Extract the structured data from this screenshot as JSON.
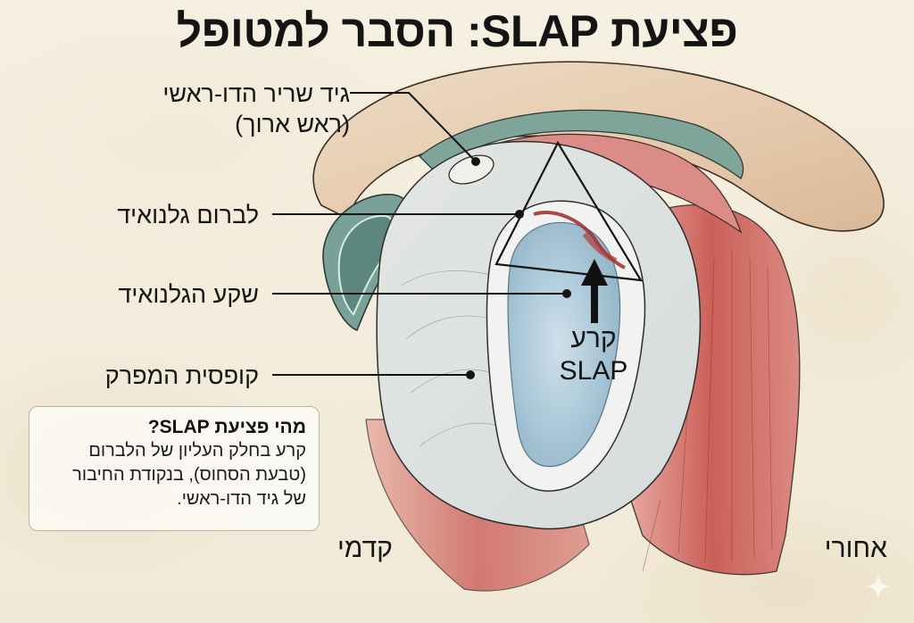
{
  "title": "פציעת SLAP: הסבר למטופל",
  "labels": {
    "biceps_tendon_line1": "גיד שריר הדו-ראשי",
    "biceps_tendon_line2": "(ראש ארוך)",
    "glenoid_labrum": "לברום גלנואיד",
    "glenoid_fossa": "שקע הגלנואיד",
    "joint_capsule": "קופסית המפרק",
    "slap_tear_he": "קרע",
    "slap_tear_en": "SLAP"
  },
  "orientation": {
    "anterior": "קדמי",
    "posterior": "אחורי"
  },
  "info_box": {
    "heading": "מהי פציעת SLAP?",
    "body_line1": "קרע בחלק העליון של הלברום",
    "body_line2": "(טבעת הסחוס), בנקודת החיבור",
    "body_line3": "של גיד הדו-ראשי."
  },
  "icons": {
    "sparkle": "sparkle-icon",
    "arrow": "arrow-up-icon"
  },
  "colors": {
    "background": "#f3ecdc",
    "muscle": "#c9605a",
    "cartilage": "#a9c7d6",
    "text": "#141414"
  }
}
